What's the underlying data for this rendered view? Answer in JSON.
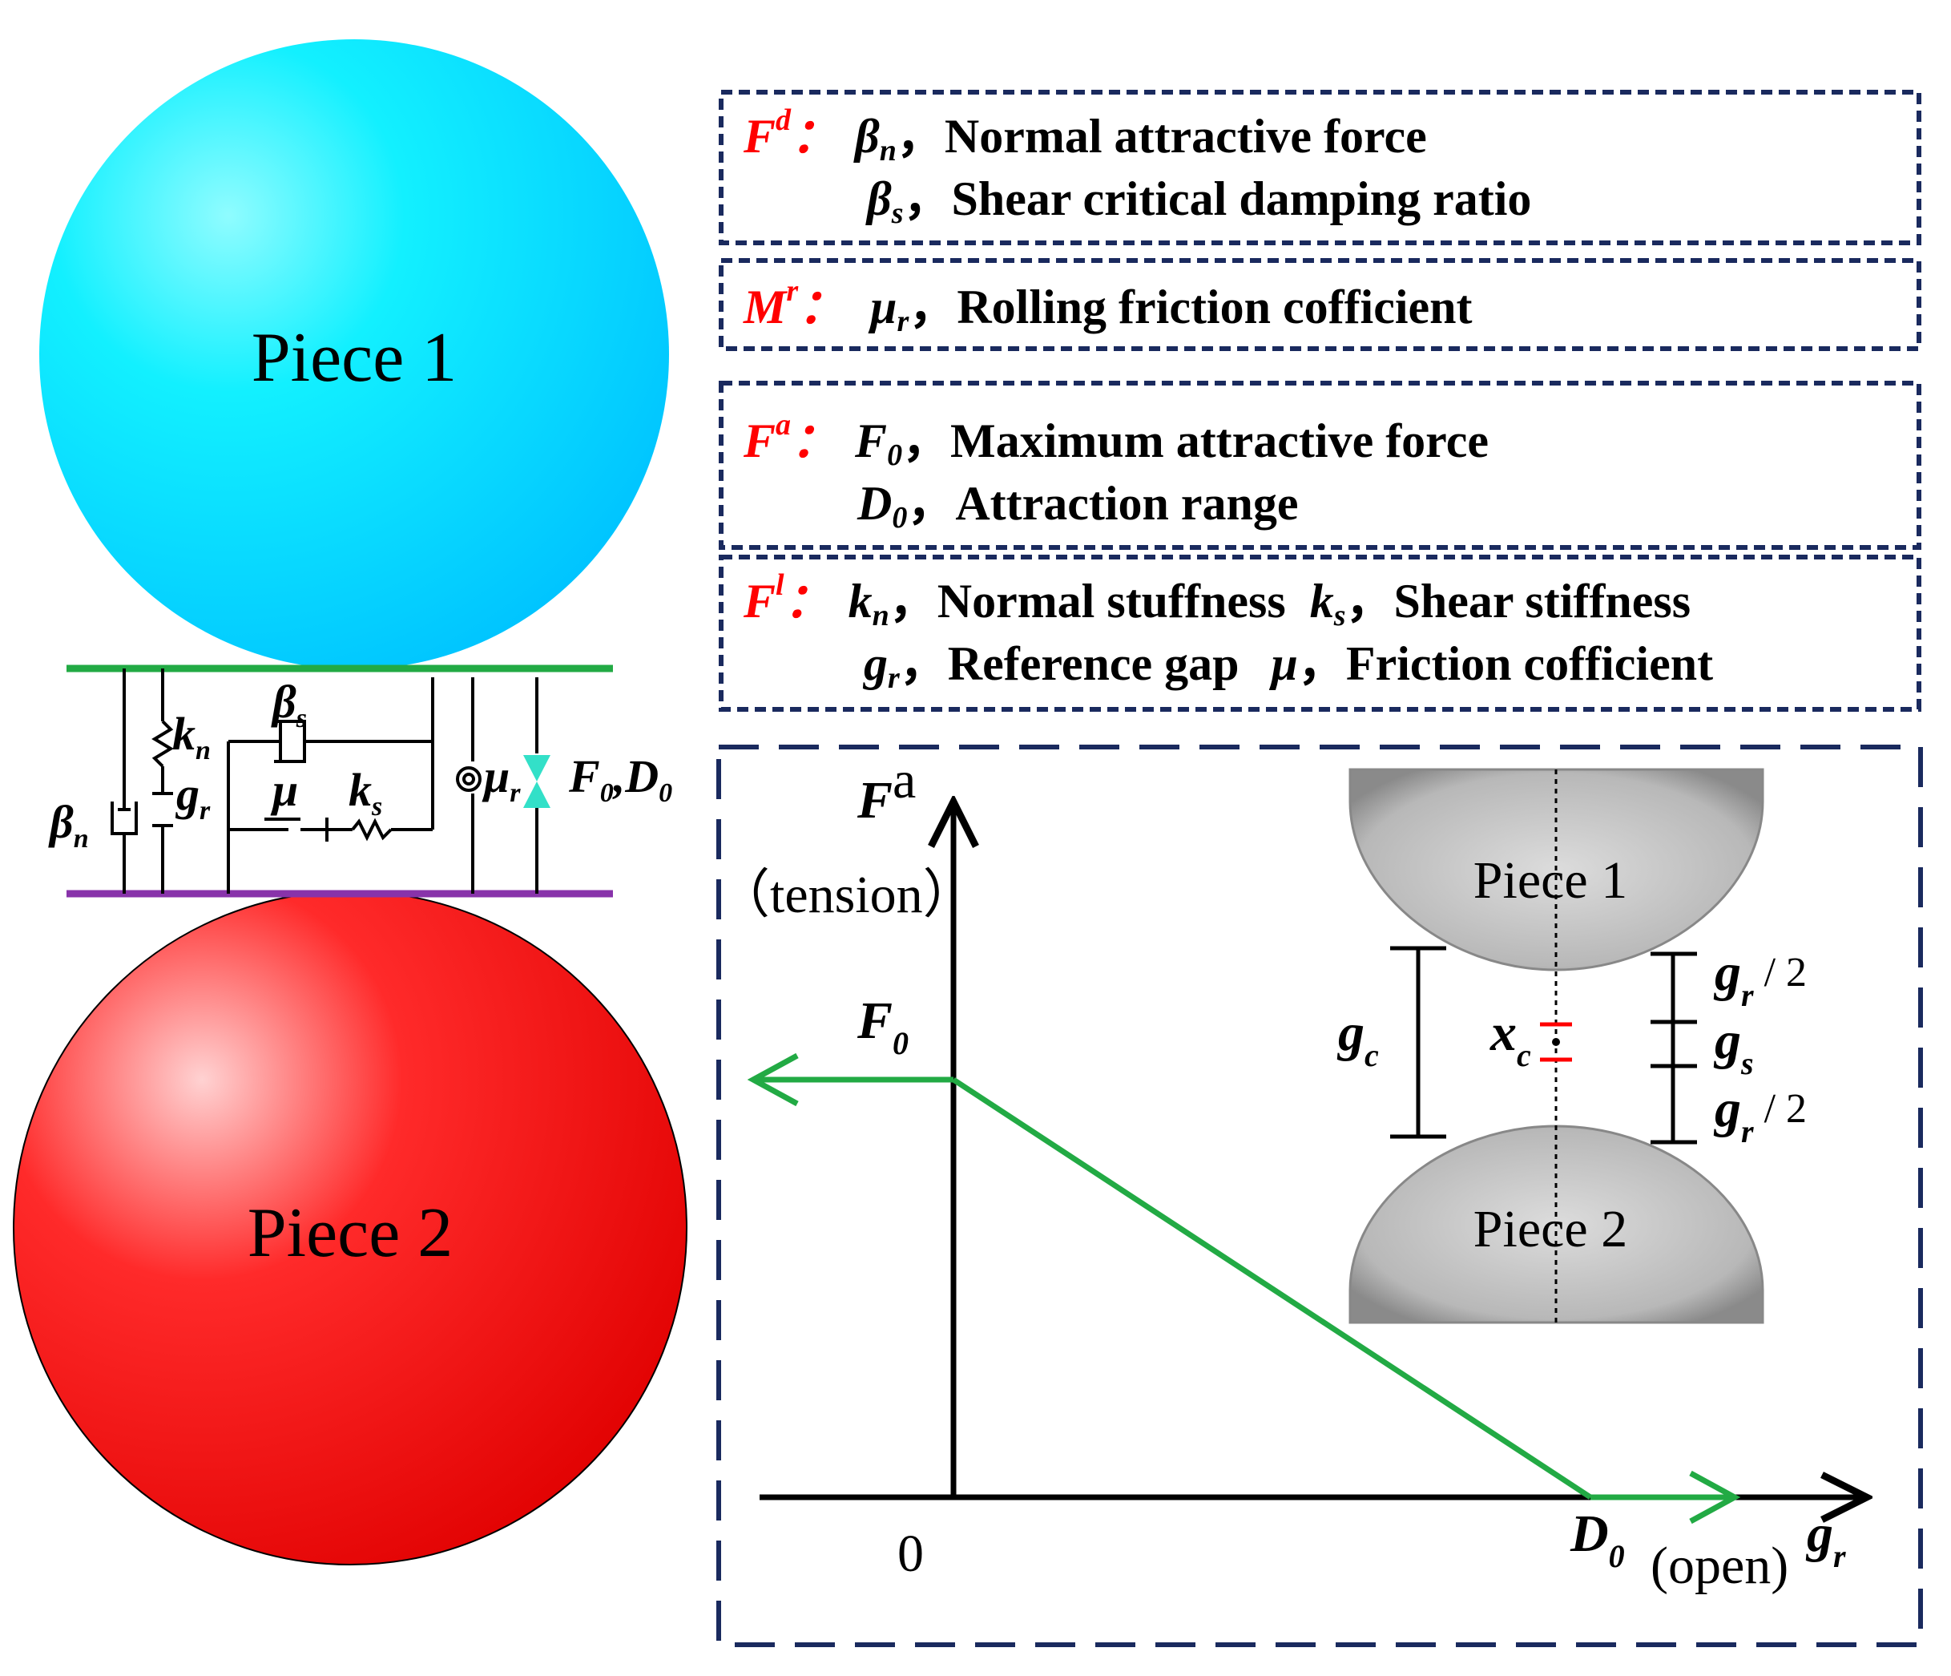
{
  "particles": {
    "piece1_label": "Piece 1",
    "piece2_label": "Piece 2",
    "piece1_color": "#00ccff",
    "piece2_color": "#ff0000",
    "top_plate_color": "#22aa44",
    "bottom_plate_color": "#8833aa"
  },
  "circuit": {
    "beta_n": "β",
    "beta_n_sub": "n",
    "k_n": "k",
    "k_n_sub": "n",
    "g_r": "g",
    "g_r_sub": "r",
    "beta_s": "β",
    "beta_s_sub": "s",
    "mu": "μ",
    "k_s": "k",
    "k_s_sub": "s",
    "mu_r": "μ",
    "mu_r_sub": "r",
    "f0d0": "F",
    "f0d0_sub1": "0",
    "f0d0_sep": ",D",
    "f0d0_sub2": "0"
  },
  "legend": {
    "box1": {
      "tag": "F",
      "tag_sup": "d",
      "colon": "：",
      "line1_sym": "β",
      "line1_sub": "n",
      "line1_text": "，Normal attractive force",
      "line2_sym": "β",
      "line2_sub": "s",
      "line2_text": "，Shear critical damping ratio"
    },
    "box2": {
      "tag": "M",
      "tag_sup": "r",
      "colon": "：",
      "line1_sym": "μ",
      "line1_sub": "r",
      "line1_text": "，Rolling friction cofficient"
    },
    "box3": {
      "tag": "F",
      "tag_sup": "a",
      "colon": "：",
      "line1_sym": "F",
      "line1_sub": "0",
      "line1_text": "，Maximum attractive force",
      "line2_sym": "D",
      "line2_sub": "0",
      "line2_text": "，Attraction range"
    },
    "box4": {
      "tag": "F",
      "tag_sup": "l",
      "colon": "：",
      "line1_sym": "k",
      "line1_sub": "n",
      "line1_text": "，Normal stuffness",
      "line1b_sym": "k",
      "line1b_sub": "s",
      "line1b_text": "，Shear stiffness",
      "line2_sym": "g",
      "line2_sub": "r",
      "line2_text": "，Reference gap",
      "line2b_sym": "μ",
      "line2b_text": "，Friction cofficient"
    },
    "box_border_color": "#1a2a5e",
    "tag_color": "#ff0000"
  },
  "plot": {
    "y_axis_sym": "F",
    "y_axis_sup": "a",
    "y_axis_note": "（tension）",
    "f0_label": "F",
    "f0_sub": "0",
    "origin_label": "0",
    "d0_label": "D",
    "d0_sub": "0",
    "open_note": "(open)",
    "x_axis_sym": "g",
    "x_axis_sub": "r",
    "curve_color": "#22aa44",
    "inset": {
      "piece1_label": "Piece 1",
      "piece2_label": "Piece 2",
      "gc": "g",
      "gc_sub": "c",
      "xc": "x",
      "xc_sub": "c",
      "gr_half_top": "g",
      "gr_half_top_sub": "r",
      "gr_half_top_frac": " / 2",
      "gs": "g",
      "gs_sub": "s",
      "gr_half_bot": "g",
      "gr_half_bot_sub": "r",
      "gr_half_bot_frac": " / 2"
    }
  }
}
